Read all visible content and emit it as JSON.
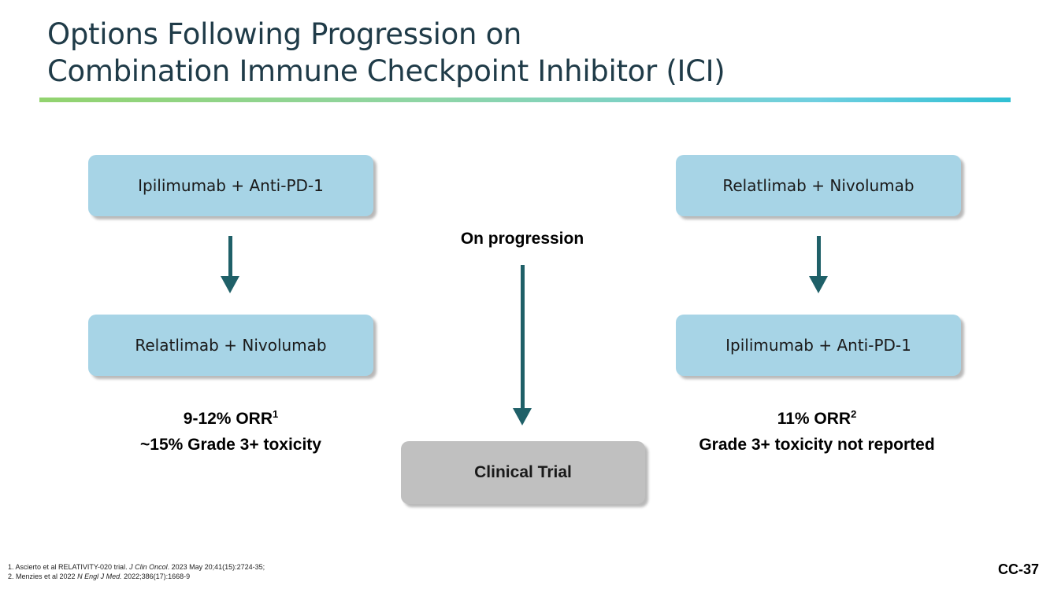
{
  "slide": {
    "title_line1": "Options Following Progression on",
    "title_line2": "Combination Immune Checkpoint Inhibitor (ICI)",
    "slide_number": "CC-37"
  },
  "left_path": {
    "first_line": "Ipilimumab + Anti-PD-1",
    "second_line": "Relatlimab + Nivolumab",
    "outcome_orr": "9-12% ORR",
    "outcome_orr_ref": "1",
    "outcome_toxicity": "~15%  Grade 3+ toxicity"
  },
  "center_path": {
    "trigger": "On progression",
    "destination": "Clinical Trial"
  },
  "right_path": {
    "first_line": "Relatlimab + Nivolumab",
    "second_line": "Ipilimumab + Anti-PD-1",
    "outcome_orr": "11% ORR",
    "outcome_orr_ref": "2",
    "outcome_toxicity": "Grade 3+ toxicity not reported"
  },
  "references": [
    {
      "prefix": "1. Ascierto et al RELATIVITY-020 trial. ",
      "journal": "J Clin Oncol",
      "suffix": ". 2023 May 20;41(15):2724-35;"
    },
    {
      "prefix": "2. Menzies et al 2022 ",
      "journal": "N Engl J Med.",
      "suffix": " 2022;386(17):1668-9"
    }
  ],
  "colors": {
    "title": "#1f3b48",
    "box_blue": "#a7d4e6",
    "box_gray": "#c0c0c0",
    "arrow": "#1f6068"
  }
}
